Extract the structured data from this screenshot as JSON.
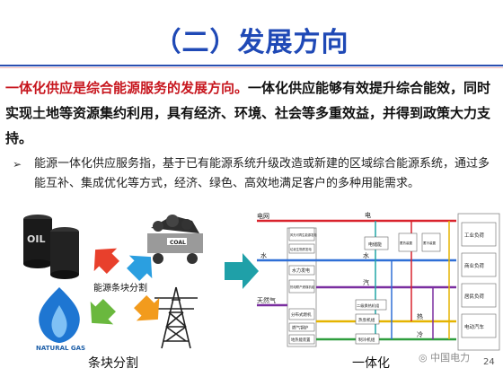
{
  "page": {
    "title": "（二）发展方向",
    "paragraph": {
      "highlight": "一体化供应是综合能源服务的发展方向。",
      "rest": "一体化供应能够有效提升综合能效，同时实现土地等资源集约利用，具有经济、环境、社会等多重效益，并得到政策大力支持。"
    },
    "bullet": {
      "marker": "➢",
      "text": "能源一体化供应服务指，基于已有能源系统升级改造或新建的区域综合能源系统，通过多能互补、集成优化等方式，经济、绿色、高效地满足客户的多种用能需求。"
    },
    "caption_left": "条块分割",
    "caption_right": "一体化",
    "watermark": "中国电力",
    "page_number": "24"
  },
  "left_figure": {
    "center_label": "能源条块分割",
    "oil_label": "OIL",
    "coal_label": "COAL",
    "gas_label": "NATURAL GAS",
    "arrow_colors": [
      "#e8402c",
      "#2b9fe0",
      "#f29b1d",
      "#6ab83e"
    ]
  },
  "right_figure": {
    "sources": [
      "电网",
      "水",
      "天然气"
    ],
    "left_boxes": [
      "风光可再生能源发电",
      "垃圾生物质发电",
      "水力发电",
      "热电联产燃煤机组",
      "分布式燃机",
      "燃气锅炉",
      "地热能装置"
    ],
    "mid_boxes": [
      "电储能",
      "蓄热装置",
      "蓄冷装置",
      "二级换热机组",
      "热泵机组",
      "制冷机组"
    ],
    "flow_labels": [
      "电",
      "水",
      "汽",
      "热",
      "冷"
    ],
    "loads": [
      "工业负荷",
      "商业负荷",
      "居民负荷",
      "电动汽车"
    ],
    "colors": {
      "electric": "#d9232d",
      "water": "#2f6fd6",
      "steam": "#7a2ea0",
      "heat": "#e5b400",
      "cold": "#2e9e3e",
      "teal": "#20a6a6"
    }
  }
}
